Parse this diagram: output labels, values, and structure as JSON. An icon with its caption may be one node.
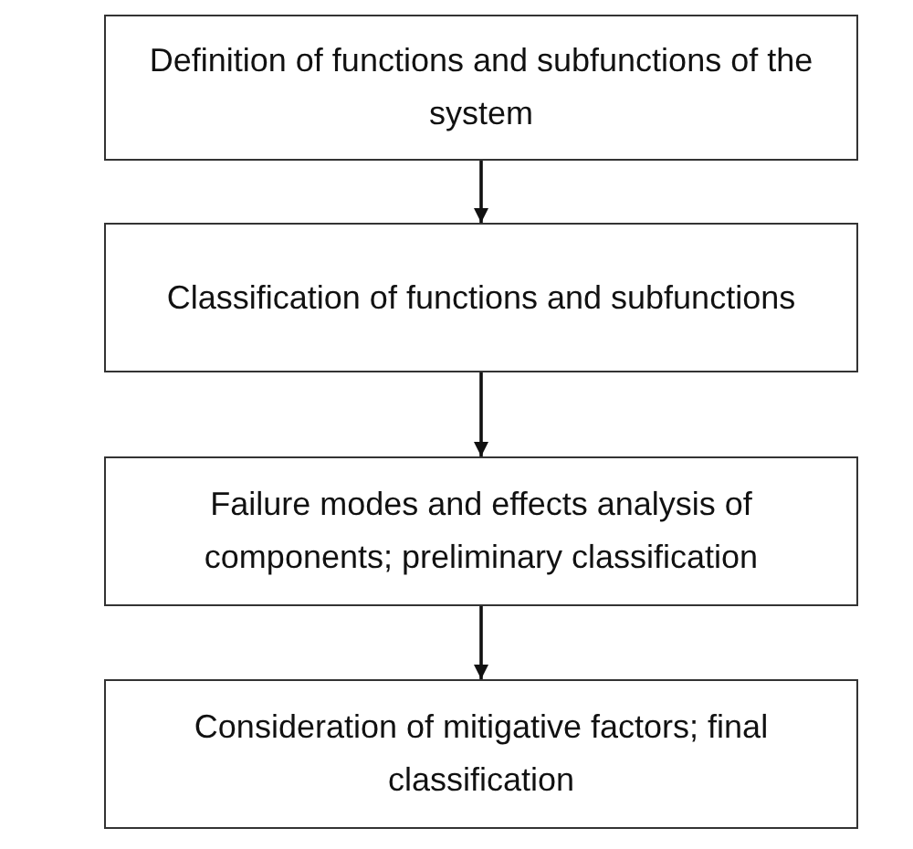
{
  "diagram": {
    "nodes": [
      {
        "text": [
          "Definition of functions and subfunctions of the system"
        ]
      },
      {
        "text": [
          "Classification of functions and subfunctions"
        ]
      },
      {
        "text": [
          "Failure modes and effects analysis of components; preliminary classification"
        ]
      },
      {
        "text": [
          "Consideration of mitigative factors; final classification"
        ]
      }
    ],
    "edges": [
      {
        "from": 0,
        "to": 1,
        "arrow": "to"
      },
      {
        "from": 1,
        "to": 2,
        "arrow": "to"
      },
      {
        "from": 2,
        "to": 3,
        "arrow": "to"
      }
    ]
  }
}
